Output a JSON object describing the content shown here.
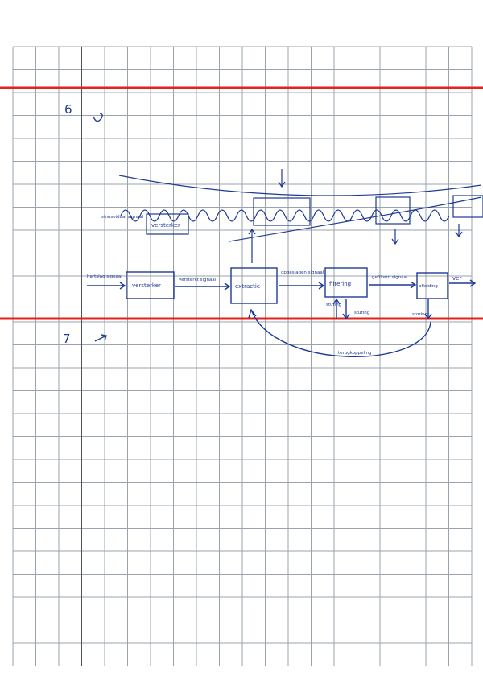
{
  "page": {
    "numbers": [
      "6",
      "7"
    ],
    "colors": {
      "grid": "#9aa3ad",
      "margin_rule": "#e3231b",
      "ink": "#1f3a93",
      "paper": "#ffffff"
    }
  },
  "diagram": {
    "top_sketch": {
      "input_note": "sinusoidaal signaal",
      "box_1": "versterker"
    },
    "block_chain": {
      "input_label": "hartslag signaal",
      "blocks": [
        "versterker",
        "extractie",
        "filtering",
        "afleiding"
      ],
      "edges": [
        "versterkt signaal",
        "opgeslagen signaal",
        "gefilterd signaal",
        "ver"
      ],
      "side_labels": [
        "sturing",
        "sturing",
        "storing",
        "terugkoppeling"
      ]
    }
  }
}
